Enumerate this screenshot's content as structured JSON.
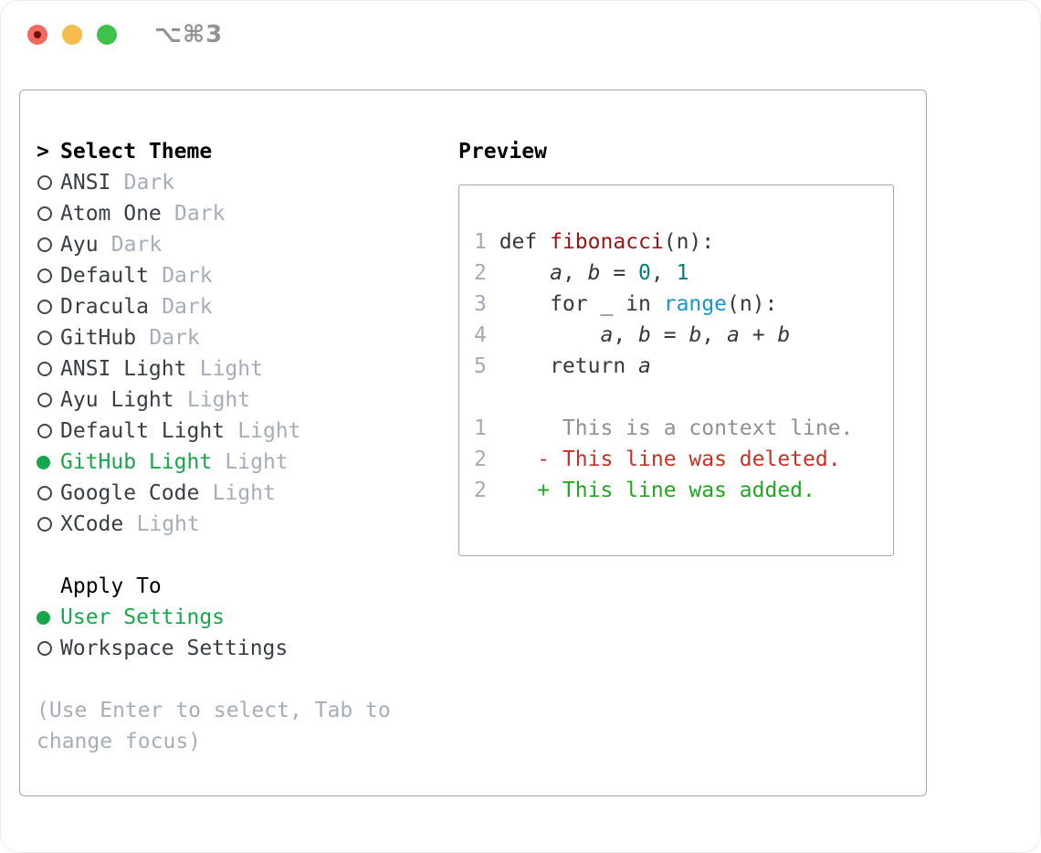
{
  "window": {
    "shortcut_label": "⌥⌘3",
    "traffic_lights": [
      "close",
      "minimize",
      "zoom"
    ]
  },
  "colors": {
    "accent_green": "#17a74b",
    "panel_border": "#9fa8b2",
    "muted_gray": "#a6adb8",
    "text_dark": "#33383d",
    "diff_deleted_red": "#c53127",
    "diff_added_green": "#1ea81e",
    "syntax_title_red": "#9e1212",
    "syntax_number_teal": "#008080",
    "syntax_builtin_blue": "#1896c5",
    "traffic_red": "#f16a5d",
    "traffic_yellow": "#f6bd4e",
    "traffic_green": "#3fc24c"
  },
  "theme_menu": {
    "header": {
      "prefix": ">",
      "label": "Select Theme"
    },
    "items": [
      {
        "name": "ANSI",
        "tag": "Dark",
        "selected": false
      },
      {
        "name": "Atom One",
        "tag": "Dark",
        "selected": false
      },
      {
        "name": "Ayu",
        "tag": "Dark",
        "selected": false
      },
      {
        "name": "Default",
        "tag": "Dark",
        "selected": false
      },
      {
        "name": "Dracula",
        "tag": "Dark",
        "selected": false
      },
      {
        "name": "GitHub",
        "tag": "Dark",
        "selected": false
      },
      {
        "name": "ANSI Light",
        "tag": "Light",
        "selected": false
      },
      {
        "name": "Ayu Light",
        "tag": "Light",
        "selected": false
      },
      {
        "name": "Default Light",
        "tag": "Light",
        "selected": false
      },
      {
        "name": "GitHub Light",
        "tag": "Light",
        "selected": true
      },
      {
        "name": "Google Code",
        "tag": "Light",
        "selected": false
      },
      {
        "name": "XCode",
        "tag": "Light",
        "selected": false
      }
    ]
  },
  "apply_to": {
    "header": "Apply To",
    "options": [
      {
        "name": "User Settings",
        "selected": true
      },
      {
        "name": "Workspace Settings",
        "selected": false
      }
    ]
  },
  "hint_lines": [
    "(Use Enter to select, Tab to",
    "change focus)"
  ],
  "preview": {
    "header": "Preview",
    "code": [
      {
        "n": "1",
        "tokens": [
          {
            "t": "def",
            "c": "kw"
          },
          {
            "t": " ",
            "c": "pln"
          },
          {
            "t": "fibonacci",
            "c": "ttl"
          },
          {
            "t": "(n):",
            "c": "pln"
          }
        ]
      },
      {
        "n": "2",
        "tokens": [
          {
            "t": "    ",
            "c": "pln"
          },
          {
            "t": "a",
            "c": "var"
          },
          {
            "t": ", ",
            "c": "pln"
          },
          {
            "t": "b",
            "c": "var"
          },
          {
            "t": " = ",
            "c": "pln"
          },
          {
            "t": "0",
            "c": "num"
          },
          {
            "t": ", ",
            "c": "pln"
          },
          {
            "t": "1",
            "c": "num"
          }
        ]
      },
      {
        "n": "3",
        "tokens": [
          {
            "t": "    ",
            "c": "pln"
          },
          {
            "t": "for",
            "c": "kw"
          },
          {
            "t": " _ ",
            "c": "pln"
          },
          {
            "t": "in",
            "c": "kw"
          },
          {
            "t": " ",
            "c": "pln"
          },
          {
            "t": "range",
            "c": "bi"
          },
          {
            "t": "(n):",
            "c": "pln"
          }
        ]
      },
      {
        "n": "4",
        "tokens": [
          {
            "t": "        ",
            "c": "pln"
          },
          {
            "t": "a",
            "c": "var"
          },
          {
            "t": ", ",
            "c": "pln"
          },
          {
            "t": "b",
            "c": "var"
          },
          {
            "t": " = ",
            "c": "pln"
          },
          {
            "t": "b",
            "c": "var"
          },
          {
            "t": ", ",
            "c": "pln"
          },
          {
            "t": "a",
            "c": "var"
          },
          {
            "t": " + ",
            "c": "pln"
          },
          {
            "t": "b",
            "c": "var"
          }
        ]
      },
      {
        "n": "5",
        "tokens": [
          {
            "t": "    ",
            "c": "pln"
          },
          {
            "t": "return",
            "c": "kw"
          },
          {
            "t": " ",
            "c": "pln"
          },
          {
            "t": "a",
            "c": "var"
          }
        ]
      }
    ],
    "diff": [
      {
        "n": "1",
        "text": "     This is a context line.",
        "type": "context"
      },
      {
        "n": "2",
        "text": "   - This line was deleted.",
        "type": "deleted"
      },
      {
        "n": "2",
        "text": "   + This line was added.",
        "type": "added"
      }
    ]
  }
}
